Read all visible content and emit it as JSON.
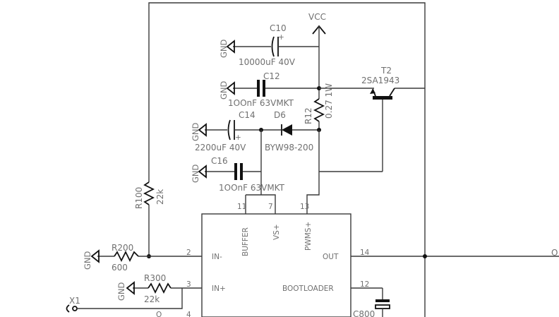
{
  "nets": {
    "vcc": "VCC",
    "gnd": "GND",
    "plus": "+"
  },
  "components": {
    "c10": {
      "name": "C10",
      "value": "10000uF 40V"
    },
    "c12": {
      "name": "C12",
      "value": "1OOnF 63VMKT"
    },
    "c14": {
      "name": "C14",
      "value": "2200uF 40V"
    },
    "c16": {
      "name": "C16",
      "value": "1OOnF 63VMKT"
    },
    "d6": {
      "name": "D6",
      "value": "BYW98-200"
    },
    "r12": {
      "name": "R12",
      "value": "0.27 1W"
    },
    "t2": {
      "name": "T2",
      "value": "2SA1943"
    },
    "r100": {
      "name": "R100",
      "value": "22k"
    },
    "r200": {
      "name": "R200",
      "value": "600"
    },
    "r300": {
      "name": "R300",
      "value": "22k"
    },
    "x1": {
      "name": "X1"
    },
    "c800": {
      "name": "C800"
    }
  },
  "ic": {
    "pins": {
      "buffer": {
        "name": "BUFFER",
        "num": "11"
      },
      "vs": {
        "name": "VS+",
        "num": "7"
      },
      "pwms": {
        "name": "PWMS+",
        "num": "13"
      },
      "in_minus": {
        "name": "IN-",
        "num": "2"
      },
      "in_plus": {
        "name": "IN+",
        "num": "3"
      },
      "out": {
        "name": "OUT",
        "num": "14"
      },
      "bootloader": {
        "name": "BOOTLOADER",
        "num": "12"
      },
      "pin4": {
        "num": "4"
      }
    }
  },
  "fragments": {
    "right_edge": "O",
    "bottom_left": "O"
  }
}
